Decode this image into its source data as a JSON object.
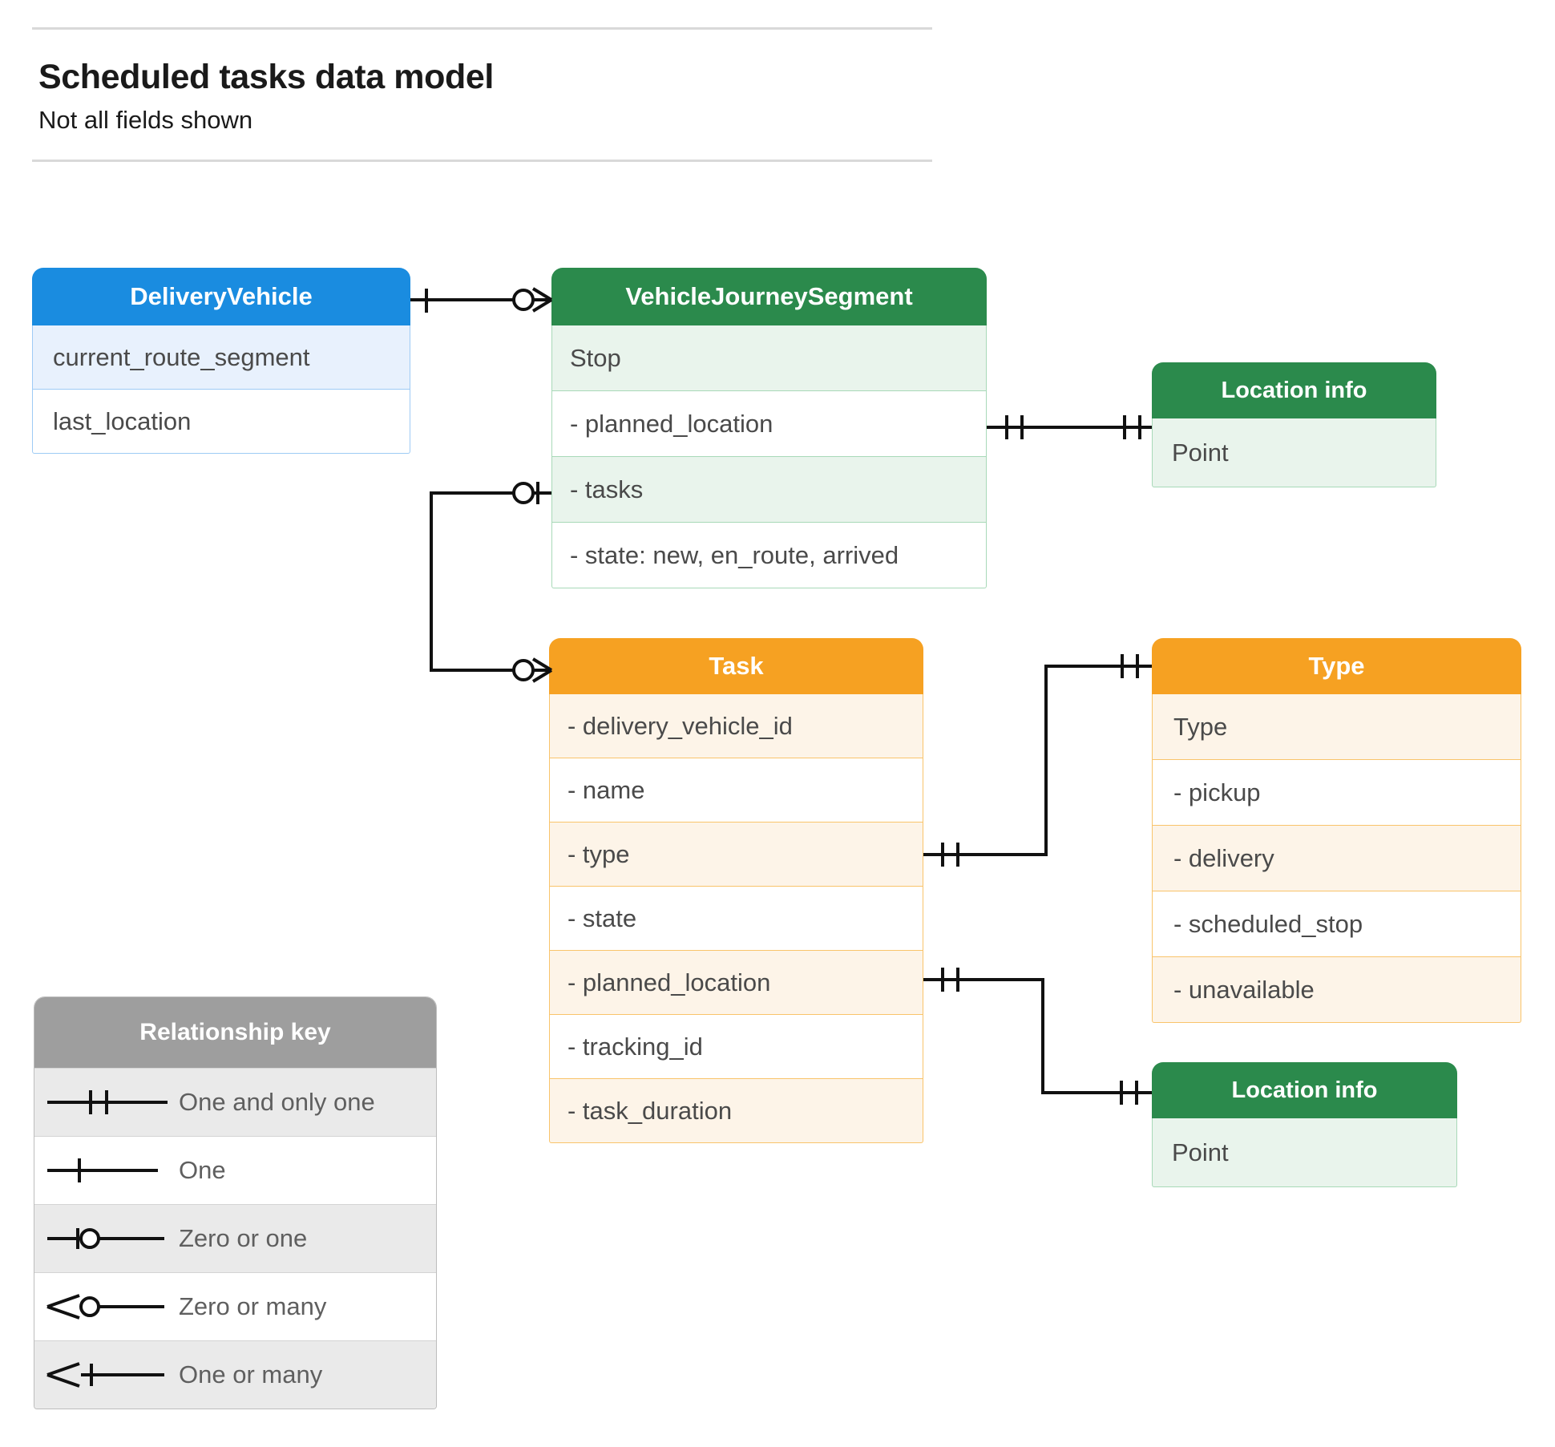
{
  "header": {
    "title": "Scheduled tasks data model",
    "subtitle": "Not all fields shown"
  },
  "entities": [
    {
      "id": "delivery-vehicle",
      "name": "DeliveryVehicle",
      "color": "#1a8ce0",
      "rows": [
        "current_route_segment",
        "last_location"
      ]
    },
    {
      "id": "vehicle-journey-segment",
      "name": "VehicleJourneySegment",
      "color": "#2b8a4c",
      "rows": [
        "Stop",
        "-  planned_location",
        "- tasks",
        "- state: new, en_route, arrived"
      ]
    },
    {
      "id": "location-info-top",
      "name": "Location info",
      "color": "#2b8a4c",
      "rows": [
        "Point"
      ]
    },
    {
      "id": "task",
      "name": "Task",
      "color": "#f6a122",
      "rows": [
        "- delivery_vehicle_id",
        "- name",
        "- type",
        "- state",
        "- planned_location",
        "- tracking_id",
        "- task_duration"
      ]
    },
    {
      "id": "type",
      "name": "Type",
      "color": "#f6a122",
      "rows": [
        "Type",
        "-  pickup",
        "-  delivery",
        "-  scheduled_stop",
        "-  unavailable"
      ]
    },
    {
      "id": "location-info-bottom",
      "name": "Location info",
      "color": "#2b8a4c",
      "rows": [
        "Point"
      ]
    }
  ],
  "relationship_key": {
    "title": "Relationship key",
    "items": [
      {
        "symbol": "one-and-only-one",
        "label": "One and only one"
      },
      {
        "symbol": "one",
        "label": "One"
      },
      {
        "symbol": "zero-or-one",
        "label": "Zero or one"
      },
      {
        "symbol": "zero-or-many",
        "label": "Zero or many"
      },
      {
        "symbol": "one-or-many",
        "label": "One or many"
      }
    ]
  },
  "relationships": [
    {
      "from": "DeliveryVehicle",
      "from_card": "one",
      "to": "VehicleJourneySegment",
      "to_card": "zero-or-many"
    },
    {
      "from": "VehicleJourneySegment.planned_location",
      "from_card": "one-and-only-one",
      "to": "Location info",
      "to_card": "one-and-only-one"
    },
    {
      "from": "VehicleJourneySegment.tasks",
      "from_card": "zero-or-one",
      "to": "Task",
      "to_card": "zero-or-many"
    },
    {
      "from": "Task.type",
      "from_card": "one-and-only-one",
      "to": "Type",
      "to_card": "one-and-only-one"
    },
    {
      "from": "Task.planned_location",
      "from_card": "one-and-only-one",
      "to": "Location info",
      "to_card": "one-and-only-one"
    }
  ]
}
